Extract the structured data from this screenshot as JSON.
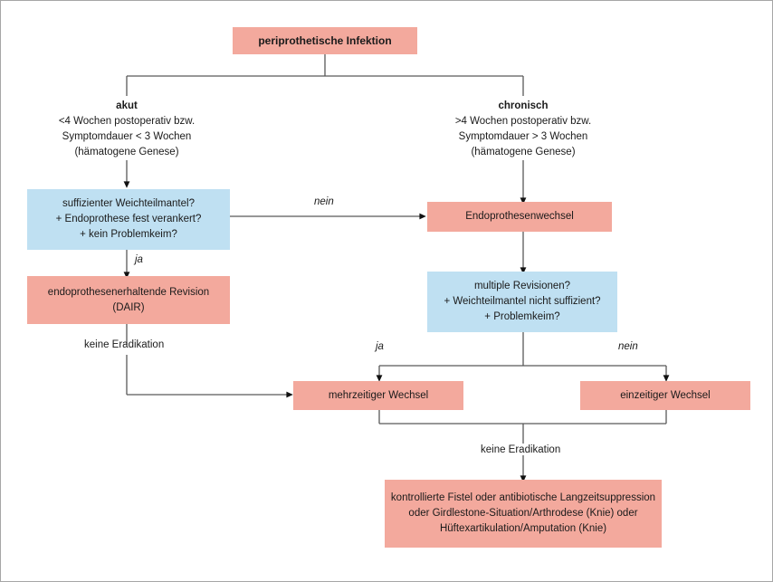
{
  "figure": {
    "type": "flowchart",
    "language": "de",
    "colors": {
      "pink_box": "#f3a99d",
      "blue_box": "#bfe0f2",
      "line": "#595959",
      "frame": "#a6a6a6",
      "text": "#1a1a1a"
    }
  },
  "nodes": {
    "root": {
      "label": "periprothetische Infektion",
      "style": "pink",
      "bold": true
    },
    "acute": {
      "title": "akut",
      "line1": "<4 Wochen postoperativ bzw.",
      "line2": "Symptomdauer < 3 Wochen",
      "line3": "(hämatogene Genese)"
    },
    "chronic": {
      "title": "chronisch",
      "line1": ">4 Wochen postoperativ bzw.",
      "line2": "Symptomdauer > 3 Wochen",
      "line3": "(hämatogene Genese)"
    },
    "decision_left": {
      "style": "blue",
      "line1": "suffizienter Weichteilmantel?",
      "line2": "+ Endoprothese fest verankert?",
      "line3": "+ kein Problemkeim?"
    },
    "prosthesis_exchange": {
      "style": "pink",
      "label": "Endoprothesenwechsel"
    },
    "decision_right": {
      "style": "blue",
      "line1": "multiple Revisionen?",
      "line2": "+ Weichteilmantel nicht suffizient?",
      "line3": "+ Problemkeim?"
    },
    "dair": {
      "style": "pink",
      "label": "endoprothesenerhaltende Revision (DAIR)"
    },
    "multi_stage": {
      "style": "pink",
      "label": "mehrzeitiger Wechsel"
    },
    "single_stage": {
      "style": "pink",
      "label": "einzeitiger Wechsel"
    },
    "salvage": {
      "style": "pink",
      "line1": "kontrollierte Fistel oder antibiotische Langzeitsuppression",
      "line2": "oder Girdlestone-Situation/Arthrodese (Knie) oder",
      "line3": "Hüftexartikulation/Amputation (Knie)"
    }
  },
  "edge_labels": {
    "nein_to_exchange": "nein",
    "ja_to_dair": "ja",
    "no_eradication_left": "keine Eradikation",
    "ja_to_multistage": "ja",
    "nein_to_singlestage": "nein",
    "no_eradication_bottom": "keine Eradikation"
  }
}
